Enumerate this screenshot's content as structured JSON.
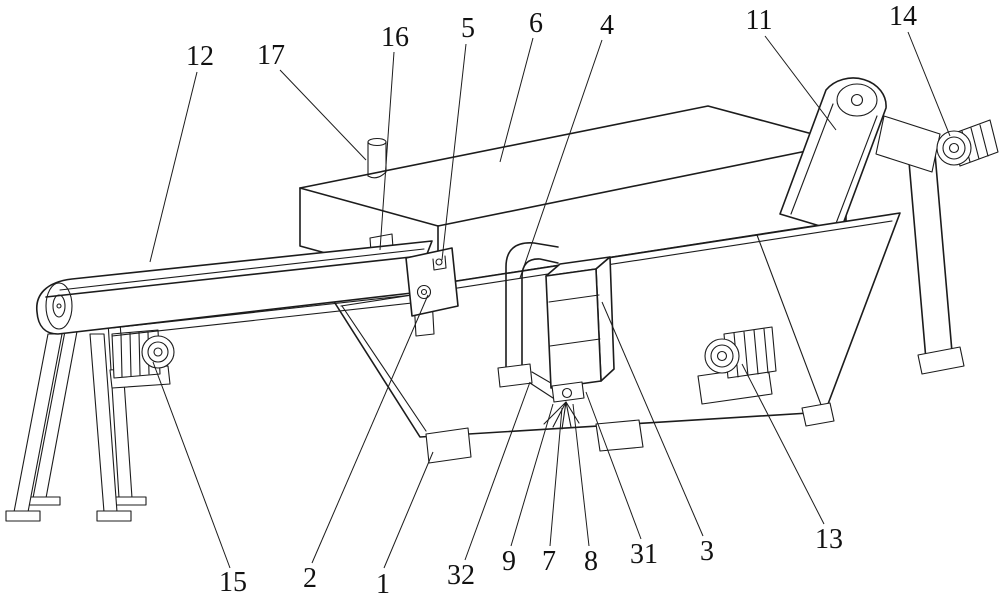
{
  "diagram": {
    "background": "#ffffff",
    "line_color": "#1c1c1c",
    "part_labels": [
      {
        "text": "12"
      },
      {
        "text": "17"
      },
      {
        "text": "16"
      },
      {
        "text": "5"
      },
      {
        "text": "6"
      },
      {
        "text": "4"
      },
      {
        "text": "11"
      },
      {
        "text": "14"
      },
      {
        "text": "15"
      },
      {
        "text": "2"
      },
      {
        "text": "1"
      },
      {
        "text": "32"
      },
      {
        "text": "9"
      },
      {
        "text": "7"
      },
      {
        "text": "8"
      },
      {
        "text": "31"
      },
      {
        "text": "3"
      },
      {
        "text": "13"
      }
    ]
  }
}
